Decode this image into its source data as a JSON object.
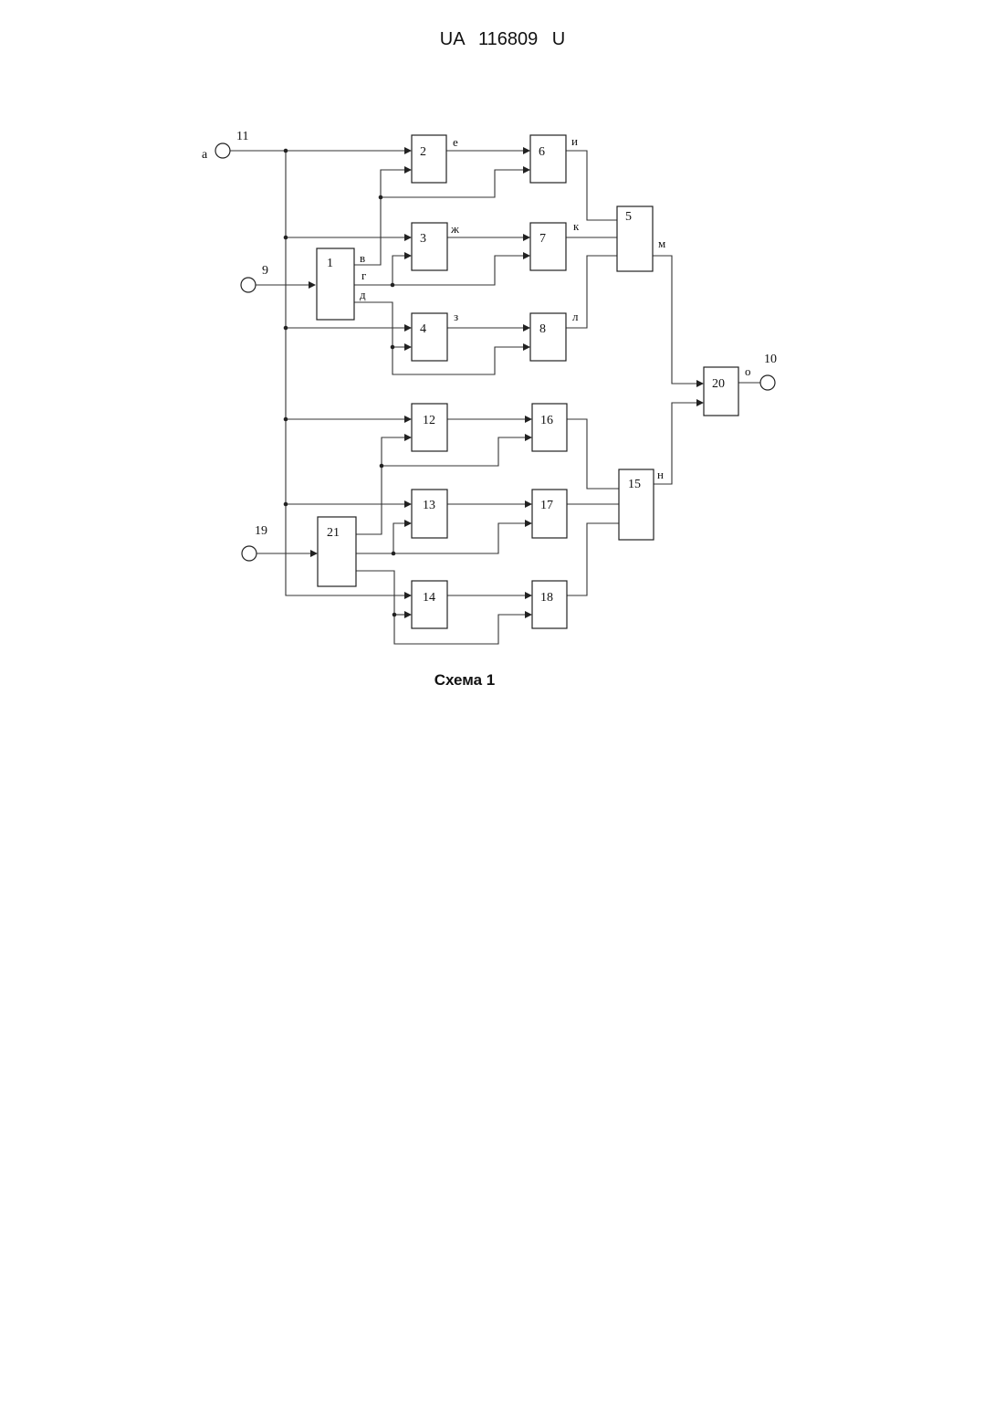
{
  "header": {
    "text": "UA   116809   U"
  },
  "caption": {
    "text": "Схема 1"
  },
  "diagram": {
    "terminals": {
      "t11": "11",
      "t9": "9",
      "t19": "19",
      "t10": "10",
      "input_a": "а"
    },
    "blocks": {
      "b1": "1",
      "b2": "2",
      "b3": "3",
      "b4": "4",
      "b5": "5",
      "b6": "6",
      "b7": "7",
      "b8": "8",
      "b12": "12",
      "b13": "13",
      "b14": "14",
      "b15": "15",
      "b16": "16",
      "b17": "17",
      "b18": "18",
      "b20": "20",
      "b21": "21"
    },
    "signals": {
      "v": "в",
      "g": "г",
      "d": "д",
      "e": "е",
      "zh": "ж",
      "z": "з",
      "i": "и",
      "k": "к",
      "l": "л",
      "m": "м",
      "n": "н",
      "o": "о"
    }
  }
}
